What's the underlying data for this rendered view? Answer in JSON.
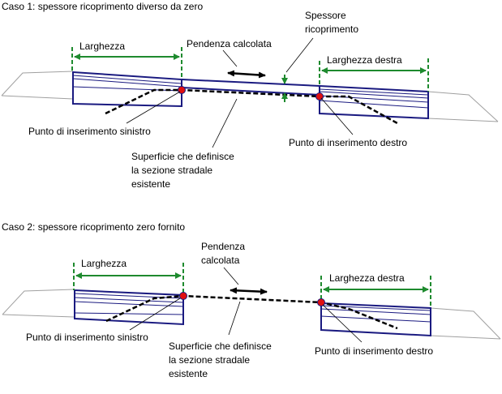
{
  "colors": {
    "pavement": "#1a1a80",
    "dimension": "#1e8a2e",
    "insertion_point": "#e01010",
    "terrain": "#a0a0a0",
    "existing_surface": "#000000"
  },
  "case1": {
    "title": "Caso 1: spessore ricoprimento diverso da zero",
    "width_label": "Larghezza",
    "slope_label": "Pendenza calcolata",
    "thickness_label_line1": "Spessore",
    "thickness_label_line2": "ricoprimento",
    "right_width_label": "Larghezza destra",
    "left_point_label": "Punto di inserimento sinistro",
    "right_point_label": "Punto di inserimento destro",
    "surface_label_line1": "Superficie che definisce",
    "surface_label_line2": "la sezione stradale",
    "surface_label_line3": "esistente"
  },
  "case2": {
    "title": "Caso 2: spessore ricoprimento zero fornito",
    "width_label": "Larghezza",
    "slope_label_line1": "Pendenza",
    "slope_label_line2": "calcolata",
    "right_width_label": "Larghezza destra",
    "left_point_label": "Punto di inserimento sinistro",
    "right_point_label": "Punto di inserimento destro",
    "surface_label_line1": "Superficie che definisce",
    "surface_label_line2": "la sezione stradale",
    "surface_label_line3": "esistente"
  }
}
